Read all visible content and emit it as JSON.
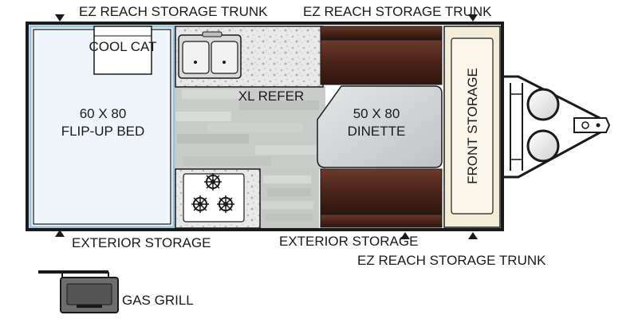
{
  "labels": {
    "ez_trunk_top_left": "EZ REACH STORAGE TRUNK",
    "ez_trunk_top_right": "EZ REACH STORAGE TRUNK",
    "ez_trunk_bottom": "EZ REACH STORAGE TRUNK",
    "exterior_storage_left": "EXTERIOR STORAGE",
    "exterior_storage_middle": "EXTERIOR STORAGE",
    "cool_cat": "COOL CAT",
    "bed_line1": "60 X 80",
    "bed_line2": "FLIP-UP BED",
    "refer": "XL REFER",
    "dinette_line1": "50 X 80",
    "dinette_line2": "DINETTE",
    "front_storage": "FRONT STORAGE",
    "gas_grill": "GAS GRILL"
  },
  "colors": {
    "outline": "#1a1a1a",
    "bed_fill": "#eef6fb",
    "bed_border": "#9cc3dc",
    "floor": "#c9ccc9",
    "counter": "#e3e3e3",
    "cushion": "#4e2a1f",
    "dinette_table": "#cfd2d3",
    "front_storage_fill": "#f3ecd9",
    "grill": "#6d6d6d"
  }
}
